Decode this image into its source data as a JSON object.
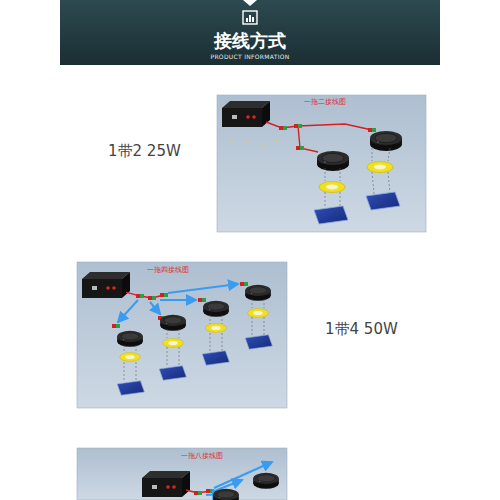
{
  "diagram": {
    "title": "接线方式",
    "nodes": [
      {
        "text": [
          "一拖二接线图"
        ]
      },
      {
        "text": [
          "一拖四接线图"
        ]
      },
      {
        "text": [
          "一拖八接线图"
        ]
      }
    ],
    "labels": [
      "PRODUCT INFORMATION",
      "1带2 25W",
      "1带4 50W"
    ]
  }
}
